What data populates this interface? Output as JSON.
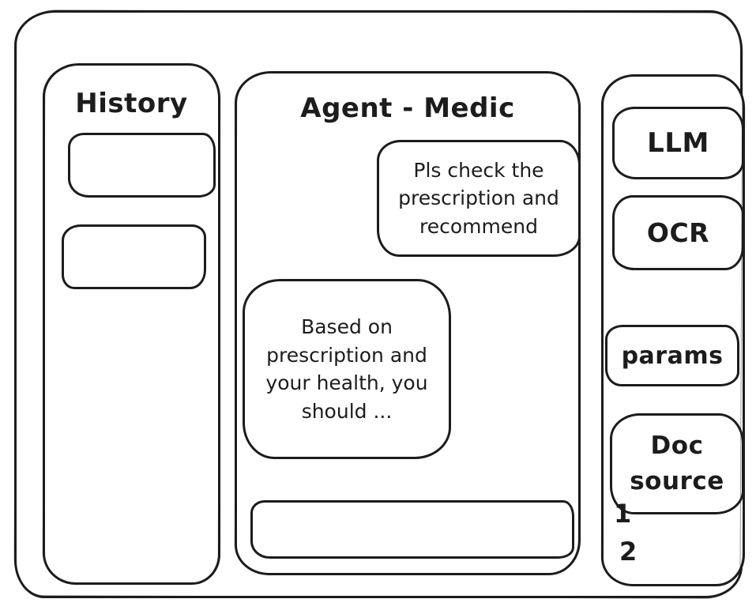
{
  "colors": {
    "ink": "#1c1c1c",
    "background": "#ffffff"
  },
  "history_panel": {
    "title": "History",
    "items": [
      "",
      ""
    ]
  },
  "chat": {
    "title": "Agent - Medic",
    "user_message": "Pls check the prescription and recommend",
    "agent_message": "Based on prescription and your health, you should ...",
    "input_value": ""
  },
  "tools": {
    "llm_label": "LLM",
    "ocr_label": "OCR",
    "params_label": "params",
    "doc_source_label": "Doc source",
    "doc_sources": [
      "1",
      "2"
    ]
  }
}
